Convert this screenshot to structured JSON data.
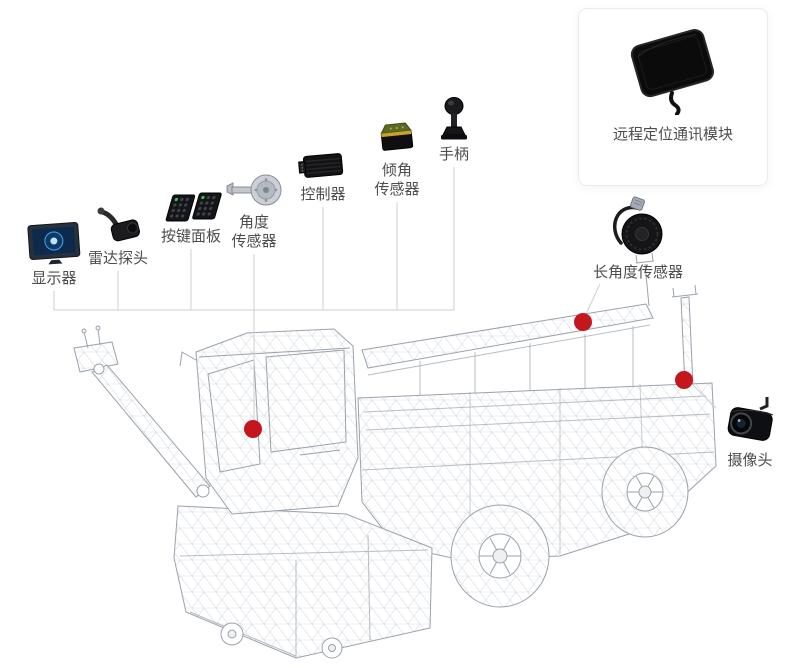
{
  "colors": {
    "background": "#ffffff",
    "marker_red": "#c4161c",
    "connector_gray": "#cfcfcf",
    "wireframe_gray": "#9aa2ac",
    "label_text": "#4d4d4d"
  },
  "components": {
    "left_row": [
      {
        "name": "display",
        "icon": "display-icon",
        "label": "显示器"
      },
      {
        "name": "radar-probe",
        "icon": "radar-probe-icon",
        "label": "雷达探头"
      },
      {
        "name": "keypad-panel",
        "icon": "keypad-icon",
        "label": "按键面板"
      },
      {
        "name": "angle-sensor",
        "icon": "angle-sensor-icon",
        "label_line1": "角度",
        "label_line2": "传感器"
      },
      {
        "name": "controller",
        "icon": "controller-icon",
        "label": "控制器"
      },
      {
        "name": "tilt-sensor",
        "icon": "tilt-sensor-icon",
        "label_line1": "倾角",
        "label_line2": "传感器"
      },
      {
        "name": "joystick",
        "icon": "joystick-icon",
        "label": "手柄"
      }
    ],
    "remote_module": {
      "name": "remote-positioning-module",
      "icon": "gps-module-icon",
      "label": "远程定位通讯模块"
    },
    "long_angle_sensor": {
      "name": "long-angle-sensor",
      "icon": "long-angle-sensor-icon",
      "label": "长角度传感器"
    },
    "camera": {
      "name": "camera",
      "icon": "camera-icon",
      "label": "摄像头"
    }
  }
}
